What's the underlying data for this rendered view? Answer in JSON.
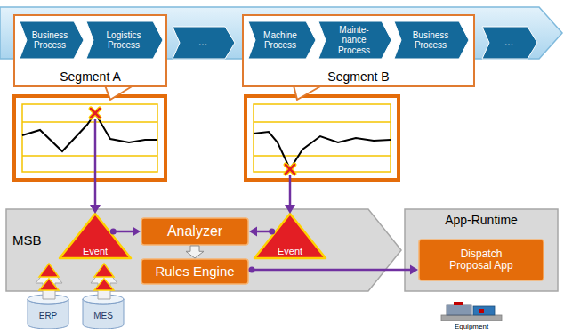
{
  "diagram": {
    "nodes": [
      {
        "text": [
          "Segment A"
        ]
      },
      {
        "text": [
          "Business Process"
        ],
        "in": 0
      },
      {
        "text": [
          "Logistics Process"
        ],
        "in": 0
      },
      {
        "text": [
          "..."
        ]
      },
      {
        "text": [
          "Segment B"
        ]
      },
      {
        "text": [
          "Machine Process"
        ],
        "in": 4
      },
      {
        "text": [
          "Mainte- nance Process"
        ],
        "in": 4
      },
      {
        "text": [
          "Business Process"
        ],
        "in": 4
      },
      {
        "text": [
          "..."
        ]
      },
      {
        "text": [
          "MSB"
        ]
      },
      {
        "text": [
          "Event"
        ],
        "in": 9
      },
      {
        "text": [
          "Analyzer"
        ],
        "in": 9
      },
      {
        "text": [
          "Rules Engine"
        ],
        "in": 9
      },
      {
        "text": [
          "Event"
        ],
        "in": 9
      },
      {
        "text": [
          "ERP"
        ]
      },
      {
        "text": [
          "MES"
        ]
      },
      {
        "text": [
          "App-Runtime"
        ]
      },
      {
        "text": [
          "Dispatch Proposal App"
        ],
        "in": 16
      },
      {
        "text": [
          "Equipment"
        ]
      }
    ],
    "edges": [
      {
        "from": 10,
        "to": 11,
        "arrow": "to"
      },
      {
        "from": 13,
        "to": 11,
        "arrow": "to"
      },
      {
        "from": 11,
        "to": 12,
        "arrow": "to"
      },
      {
        "from": 12,
        "to": 17,
        "arrow": "to"
      }
    ]
  }
}
